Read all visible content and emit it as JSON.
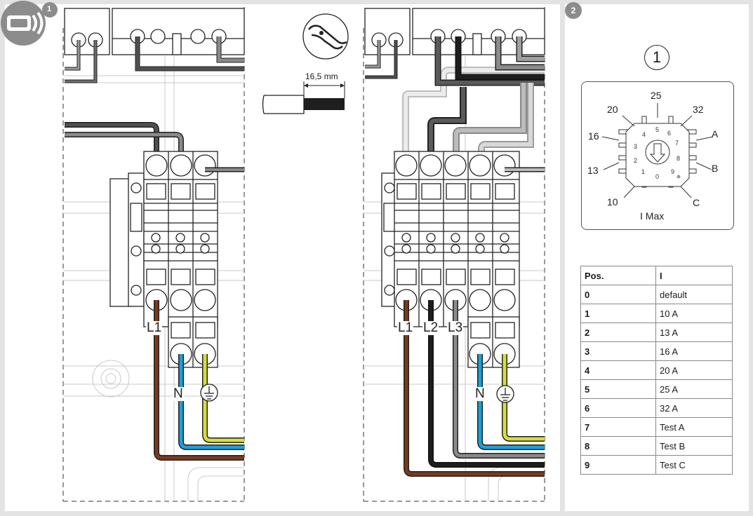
{
  "steps": {
    "step1": "1",
    "step2": "2"
  },
  "strip": {
    "length": "16,5 mm"
  },
  "left_diagram": {
    "labels": {
      "l1": "L1",
      "n": "N"
    }
  },
  "right_diagram": {
    "labels": {
      "l1": "L1",
      "l2": "L2",
      "l3": "L3",
      "n": "N"
    }
  },
  "dial": {
    "index": "1",
    "caption": "I Max",
    "outer": {
      "v25": "25",
      "v32": "32",
      "vA": "A",
      "vB": "B",
      "vC": "C",
      "v10": "10",
      "v13": "13",
      "v16": "16",
      "v20": "20"
    },
    "inner": {
      "d5": "5",
      "d6": "6",
      "d7": "7",
      "d8": "8",
      "d9": "9",
      "d0": "0",
      "d1": "1",
      "d2": "2",
      "d3": "3",
      "d4": "4"
    }
  },
  "table": {
    "header": {
      "pos": "Pos.",
      "value": "I"
    },
    "rows": [
      {
        "pos": "0",
        "value": "default"
      },
      {
        "pos": "1",
        "value": "10 A"
      },
      {
        "pos": "2",
        "value": "13 A"
      },
      {
        "pos": "3",
        "value": "16 A"
      },
      {
        "pos": "4",
        "value": "20 A"
      },
      {
        "pos": "5",
        "value": "25 A"
      },
      {
        "pos": "6",
        "value": "32 A"
      },
      {
        "pos": "7",
        "value": "Test A"
      },
      {
        "pos": "8",
        "value": "Test B"
      },
      {
        "pos": "9",
        "value": "Test C"
      }
    ]
  },
  "colors": {
    "brown": "#7a3a1e",
    "black": "#1e1e1e",
    "grey": "#7f7f7f",
    "blue": "#1ea0d8",
    "yellow": "#d7dc3c",
    "green": "#2c8a3a",
    "lightgrey": "#c8c8c8"
  }
}
